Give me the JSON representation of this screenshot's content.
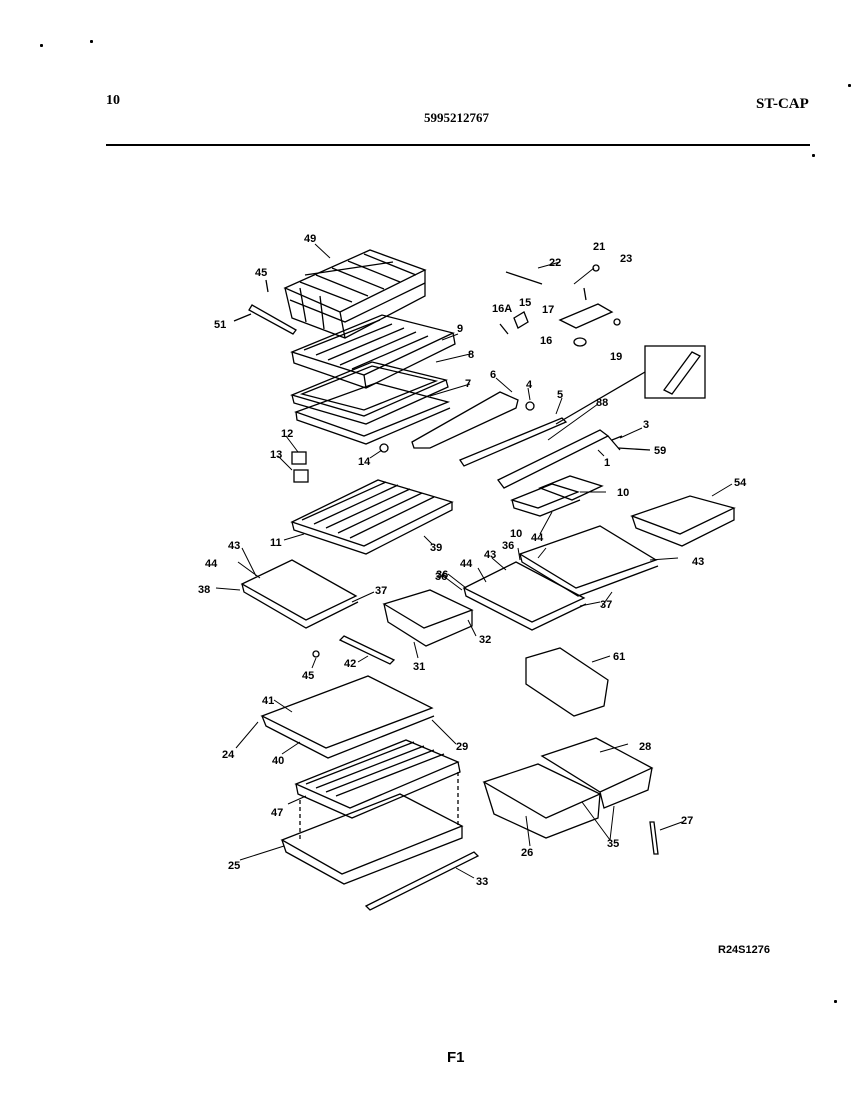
{
  "header": {
    "page_number": "10",
    "part_number": "5995212767",
    "model": "ST-CAP"
  },
  "footer": {
    "reference_code": "R24S1276",
    "figure_label": "F1"
  },
  "callouts": [
    "49",
    "45",
    "51",
    "22",
    "21",
    "23",
    "16A",
    "15",
    "17",
    "16",
    "19",
    "9",
    "8",
    "7",
    "6",
    "4",
    "5",
    "88",
    "3",
    "59",
    "1",
    "12",
    "13",
    "14",
    "11",
    "39",
    "10",
    "10",
    "54",
    "43",
    "44",
    "38",
    "37",
    "36",
    "43",
    "44",
    "36",
    "43",
    "44",
    "37",
    "36",
    "32",
    "31",
    "42",
    "45",
    "61",
    "41",
    "24",
    "40",
    "29",
    "28",
    "47",
    "25",
    "26",
    "35",
    "27",
    "33"
  ]
}
